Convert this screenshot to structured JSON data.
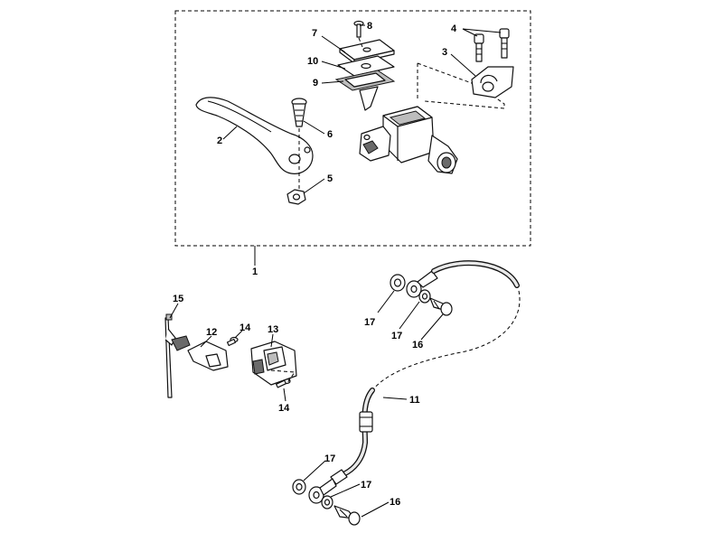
{
  "callouts": [
    {
      "id": "c8",
      "text": "8"
    },
    {
      "id": "c7",
      "text": "7"
    },
    {
      "id": "c10",
      "text": "10"
    },
    {
      "id": "c9",
      "text": "9"
    },
    {
      "id": "c4",
      "text": "4"
    },
    {
      "id": "c3",
      "text": "3"
    },
    {
      "id": "c2",
      "text": "2"
    },
    {
      "id": "c6",
      "text": "6"
    },
    {
      "id": "c5",
      "text": "5"
    },
    {
      "id": "c1",
      "text": "1"
    },
    {
      "id": "c15",
      "text": "15"
    },
    {
      "id": "c12",
      "text": "12"
    },
    {
      "id": "c14a",
      "text": "14"
    },
    {
      "id": "c13",
      "text": "13"
    },
    {
      "id": "c14b",
      "text": "14"
    },
    {
      "id": "c17a",
      "text": "17"
    },
    {
      "id": "c17b",
      "text": "17"
    },
    {
      "id": "c16a",
      "text": "16"
    },
    {
      "id": "c11",
      "text": "11"
    },
    {
      "id": "c17c",
      "text": "17"
    },
    {
      "id": "c17d",
      "text": "17"
    },
    {
      "id": "c16b",
      "text": "16"
    }
  ]
}
